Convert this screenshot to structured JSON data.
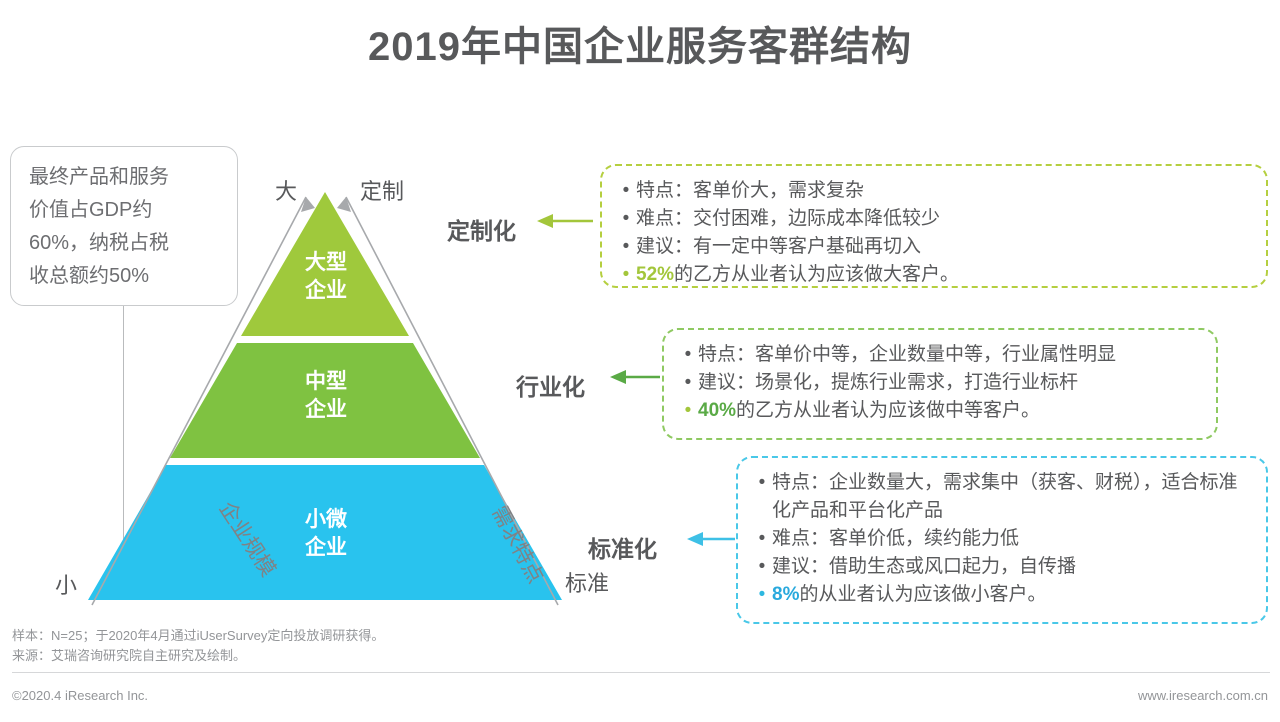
{
  "header": {
    "title": "2019年中国企业服务客群结构"
  },
  "left_callout": {
    "lines": [
      "最终产品和服务",
      "价值占GDP约",
      "60%，纳税占税",
      "收总额约50%"
    ]
  },
  "pyramid": {
    "axis_left_label": "企业规模",
    "axis_right_label": "需求特点",
    "corner_top_left": "大",
    "corner_top_right": "定制",
    "corner_bottom_left": "小",
    "corner_bottom_right": "标准",
    "tiers": [
      {
        "name": "大型企业",
        "line1": "大型",
        "line2": "企业",
        "color": "#9FC93C"
      },
      {
        "name": "中型企业",
        "line1": "中型",
        "line2": "企业",
        "color": "#7FC241"
      },
      {
        "name": "小微企业",
        "line1": "小微",
        "line2": "企业",
        "color": "#29C3EE"
      }
    ]
  },
  "categories": [
    {
      "label": "定制化",
      "arrow_color": "#a3c63b"
    },
    {
      "label": "行业化",
      "arrow_color": "#5aaa46"
    },
    {
      "label": "标准化",
      "arrow_color": "#3ec0e6"
    }
  ],
  "callouts": [
    {
      "border_color": "#b5cf3f",
      "accent": "#a3c63b",
      "bullets": [
        {
          "parts": [
            {
              "t": "特点：客单价大，需求复杂",
              "style": "normal"
            }
          ]
        },
        {
          "parts": [
            {
              "t": "难点：交付困难，边际成本降低较少",
              "style": "normal"
            }
          ]
        },
        {
          "parts": [
            {
              "t": "建议：有一定中等客户基础再切入",
              "style": "normal"
            }
          ]
        },
        {
          "parts": [
            {
              "t": "52%",
              "style": "hl-green-y"
            },
            {
              "t": "的乙方从业者认为应该做大客户。",
              "style": "normal"
            }
          ]
        }
      ]
    },
    {
      "border_color": "#8fc962",
      "accent": "#5aaa46",
      "bullets": [
        {
          "parts": [
            {
              "t": "特点：客单价中等，企业数量中等，行业属性明显",
              "style": "normal"
            }
          ]
        },
        {
          "parts": [
            {
              "t": "建议：场景化，提炼行业需求，打造行业标杆",
              "style": "normal"
            }
          ]
        },
        {
          "parts": [
            {
              "t": "40%",
              "style": "hl-green"
            },
            {
              "t": "的乙方从业者认为应该做中等客户。",
              "style": "normal"
            }
          ]
        }
      ]
    },
    {
      "border_color": "#49c8e8",
      "accent": "#29a9dd",
      "bullets": [
        {
          "parts": [
            {
              "t": "特点：企业数量大，需求集中（获客、财税），适合标准化产品和平台化产品",
              "style": "normal"
            }
          ]
        },
        {
          "parts": [
            {
              "t": "难点：客单价低，续约能力低",
              "style": "normal"
            }
          ]
        },
        {
          "parts": [
            {
              "t": "建议：借助生态或风口起力，自传播",
              "style": "normal"
            }
          ]
        },
        {
          "parts": [
            {
              "t": "8%",
              "style": "hl-cyan"
            },
            {
              "t": "的从业者认为应该做小客户。",
              "style": "normal"
            }
          ]
        }
      ]
    }
  ],
  "notes": [
    "样本：N=25；于2020年4月通过iUserSurvey定向投放调研获得。",
    "来源：艾瑞咨询研究院自主研究及绘制。"
  ],
  "footer": {
    "copyright": "©2020.4 iResearch Inc.",
    "website": "www.iresearch.com.cn"
  },
  "bullet_glyph": "•"
}
